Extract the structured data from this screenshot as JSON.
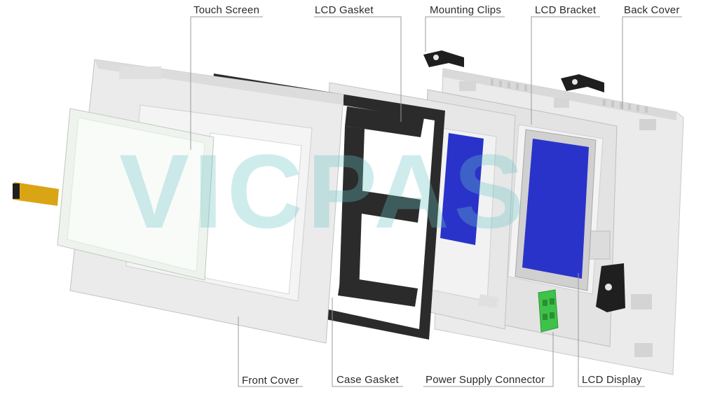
{
  "watermark": "VICPAS",
  "labels": {
    "touch_screen": "Touch Screen",
    "lcd_gasket": "LCD Gasket",
    "mounting_clips": "Mounting Clips",
    "lcd_bracket": "LCD Bracket",
    "back_cover": "Back Cover",
    "front_cover": "Front Cover",
    "case_gasket": "Case Gasket",
    "power_supply_connector": "Power Supply Connector",
    "lcd_display": "LCD Display"
  },
  "colors": {
    "plastic": "#e9e9e9",
    "plastic_shade": "#d6d6d6",
    "gasket": "#2b2b2b",
    "lcd_blue": "#2a33c9",
    "connector_green": "#3fc24a",
    "flex_cable": "#d9a514",
    "callout_line": "#9a9a9a"
  }
}
